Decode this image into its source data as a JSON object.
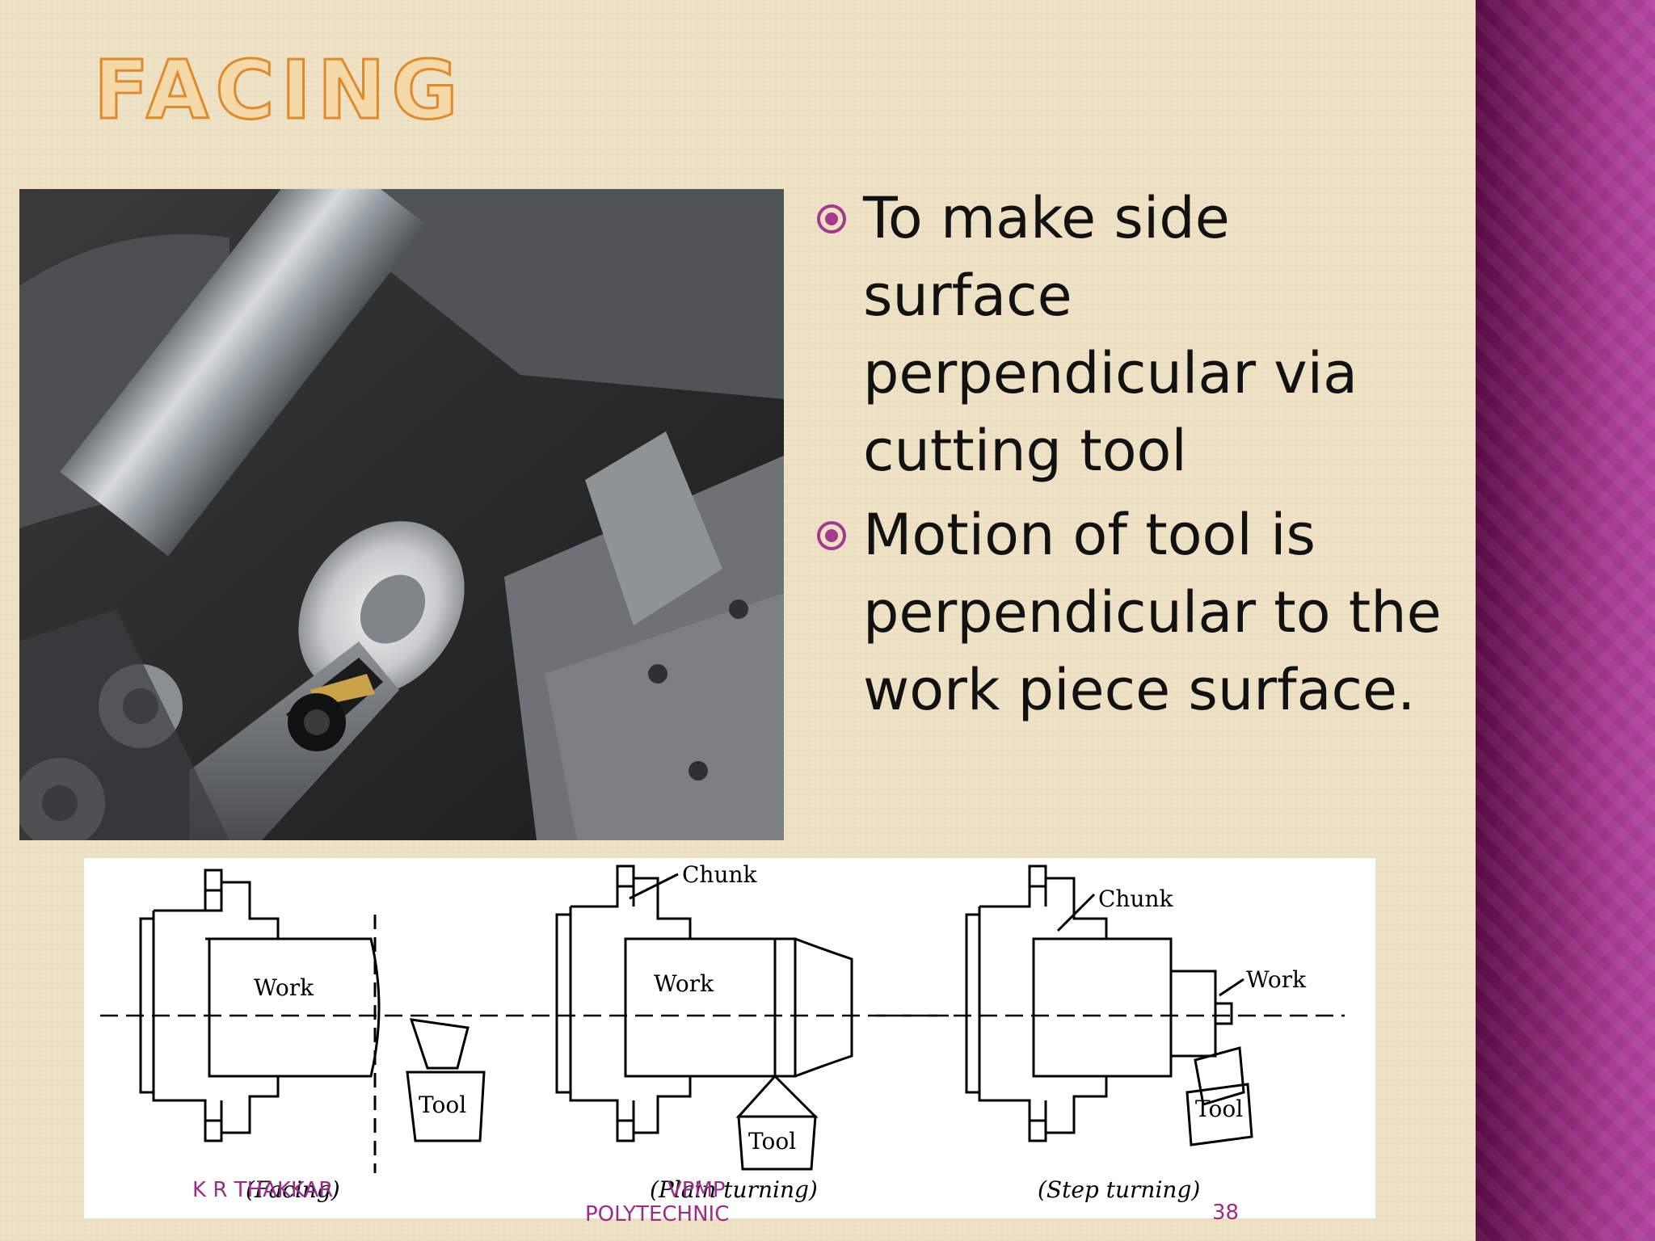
{
  "slide": {
    "title": "FACING",
    "bullets": [
      "To make side surface perpendicular via cutting tool",
      "Motion of tool is perpendicular to the work piece surface."
    ]
  },
  "diagram": {
    "labels": {
      "chunk": "Chunk",
      "work": "Work",
      "tool": "Tool"
    },
    "captions": [
      "(Facing)",
      "(Plain turning)",
      "(Step turning)"
    ]
  },
  "footer": {
    "author": "K R THAKKAR",
    "institute_line1": "VPMP",
    "institute_line2": "POLYTECHNIC",
    "page_number": "38"
  },
  "colors": {
    "background": "#efe3c7",
    "side_band": "#8e2a7a",
    "title_stroke": "#e08a2a",
    "bullet": "#a23a8e",
    "footer_text": "#9b2d8a"
  },
  "icons": {
    "bullet": "target-bullet-icon"
  }
}
